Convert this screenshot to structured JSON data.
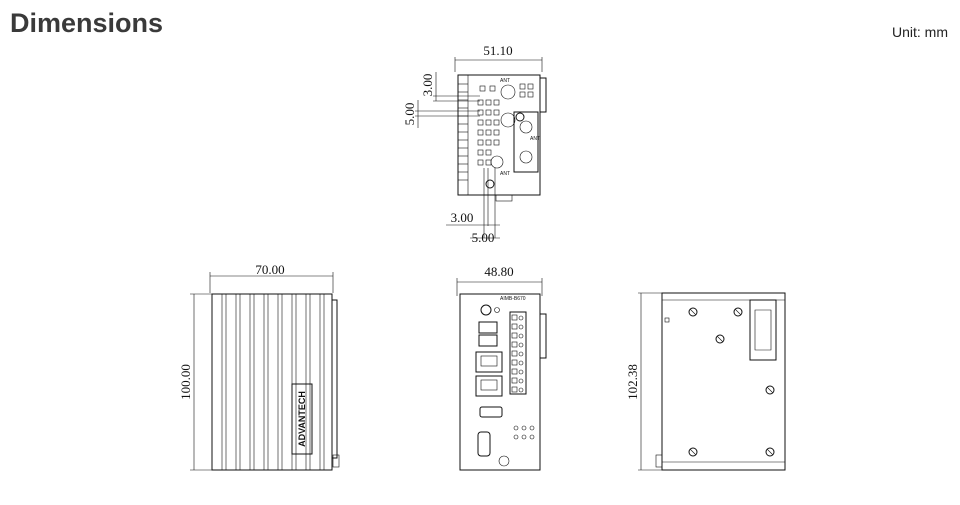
{
  "title": "Dimensions",
  "unit": "Unit: mm",
  "top_view": {
    "width": "51.10",
    "pitch_a": "3.00",
    "pitch_b": "5.00",
    "pitch_c": "3.00",
    "pitch_d": "5.00"
  },
  "side_view": {
    "width": "70.00",
    "height": "100.00",
    "brand": "ADVANTECH"
  },
  "front_view": {
    "width": "48.80",
    "model": "AIMB-B670"
  },
  "back_view": {
    "height": "102.38"
  }
}
